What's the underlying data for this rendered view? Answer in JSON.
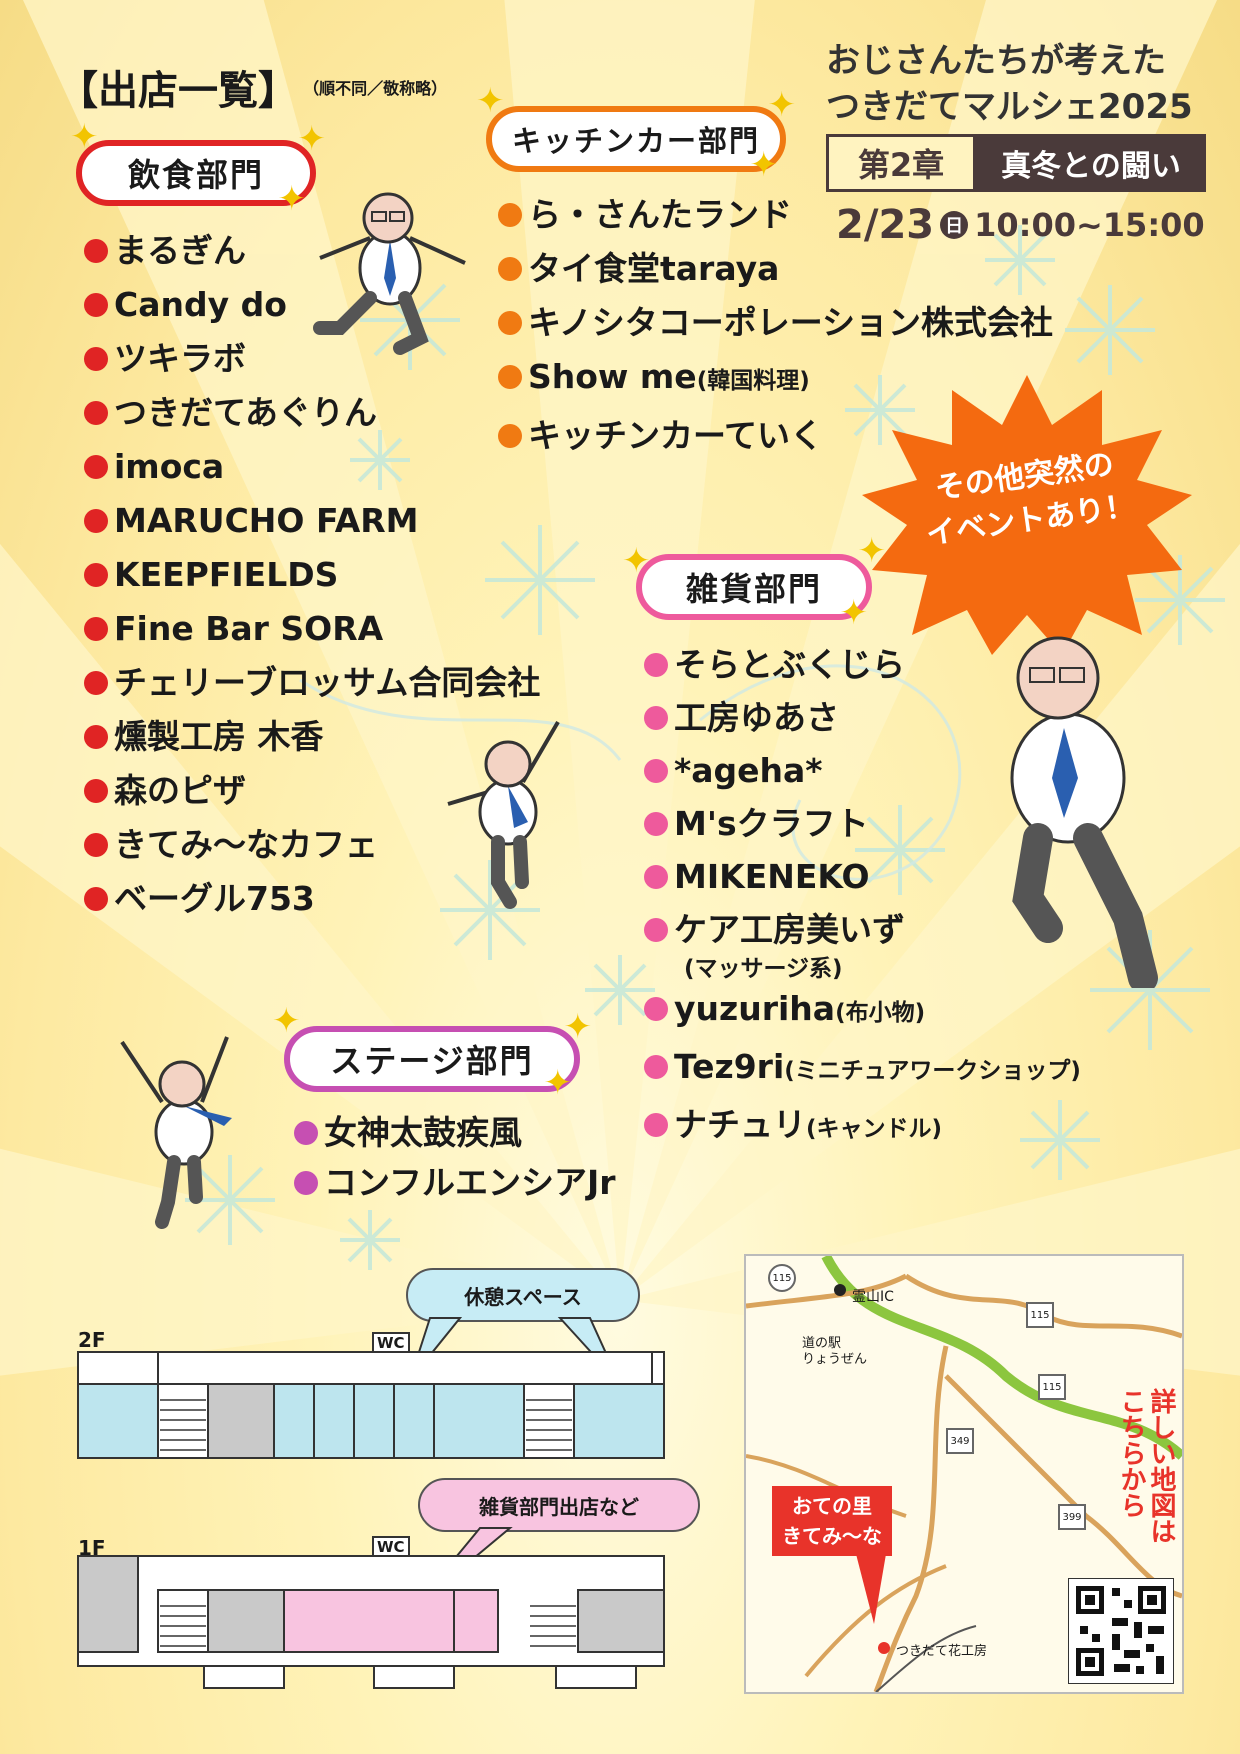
{
  "header": {
    "list_title": "【出店一覧】",
    "list_note": "（順不同／敬称略）",
    "event_title_line1": "おじさんたちが考えた",
    "event_title_line2": "つきだてマルシェ2025",
    "chapter_label": "第2章",
    "chapter_subtitle": "真冬との闘い",
    "date": "2/23",
    "weekday": "日",
    "time": "10:00~15:00"
  },
  "burst": {
    "line1": "その他突然の",
    "line2": "イベントあり！"
  },
  "sections": {
    "food": {
      "title": "飲食部門",
      "items": [
        "まるぎん",
        "Candy do",
        "ツキラボ",
        "つきだてあぐりん",
        "imoca",
        "MARUCHO FARM",
        "KEEPFIELDS",
        "Fine Bar SORA",
        "チェリーブロッサム合同会社",
        "燻製工房 木香",
        "森のピザ",
        "きてみ〜なカフェ",
        "ベーグル753"
      ]
    },
    "kitchen": {
      "title": "キッチンカー部門",
      "items": [
        {
          "name": "ら・さんたランド"
        },
        {
          "name": "タイ食堂taraya"
        },
        {
          "name": "キノシタコーポレーション株式会社"
        },
        {
          "name": "Show me",
          "note": "(韓国料理)"
        },
        {
          "name": "キッチンカーていく"
        }
      ]
    },
    "goods": {
      "title": "雑貨部門",
      "items": [
        {
          "name": "そらとぶくじら"
        },
        {
          "name": "工房ゆあさ"
        },
        {
          "name": "*ageha*"
        },
        {
          "name": "M'sクラフト"
        },
        {
          "name": "MIKENEKO"
        },
        {
          "name": "ケア工房美いず",
          "sub": "(マッサージ系)"
        },
        {
          "name": "yuzuriha",
          "note": "(布小物)"
        },
        {
          "name": "Tez9ri",
          "note": "(ミニチュアワークショップ)"
        },
        {
          "name": "ナチュリ",
          "note": "(キャンドル)"
        }
      ]
    },
    "stage": {
      "title": "ステージ部門",
      "items": [
        "女神太鼓疾風",
        "コンフルエンシアJr"
      ]
    }
  },
  "colors": {
    "food": "#e02424",
    "kitchen": "#f07a12",
    "goods": "#ee5a9c",
    "stage": "#c64fb2",
    "chapter_bg": "#4a3a3a",
    "burst": "#f46a10"
  },
  "floorplan": {
    "floor2_label": "2F",
    "floor1_label": "1F",
    "wc_label": "WC",
    "rest_callout": "休憩スペース",
    "goods_callout": "雑貨部門出店など"
  },
  "map": {
    "ic_label": "霊山IC",
    "roadside_station": "道の駅\nりょうぜん",
    "destination": "つきだて花工房",
    "callout_line1": "おての里",
    "callout_line2": "きてみ〜な",
    "route_labels": [
      "115",
      "115",
      "115",
      "349",
      "399"
    ],
    "side_text": [
      "詳しい地図は",
      "こちらから"
    ]
  }
}
